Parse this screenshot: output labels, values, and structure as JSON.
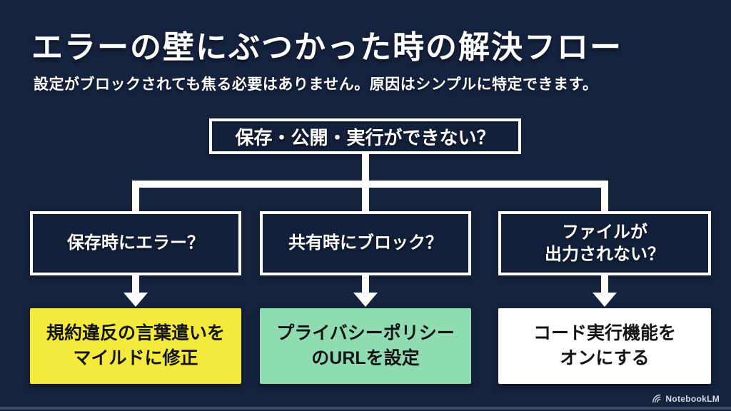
{
  "slide": {
    "title": "エラーの壁にぶつかった時の解決フロー",
    "subtitle": "設定がブロックされても焦る必要はありません。原因はシンプルに特定できます。",
    "brand": "NotebookLM"
  },
  "flowchart": {
    "root_question": "保存・公開・実行ができない？",
    "branches": [
      {
        "question_line1": "保存時にエラー？",
        "question_line2": "",
        "answer_line1": "規約違反の言葉遣いを",
        "answer_line2": "マイルドに修正",
        "answer_color": "#f3ea3d"
      },
      {
        "question_line1": "共有時にブロック？",
        "question_line2": "",
        "answer_line1": "プライバシーポリシー",
        "answer_line2": "のURLを設定",
        "answer_color": "#8fdcb3"
      },
      {
        "question_line1": "ファイルが",
        "question_line2": "出力されない？",
        "answer_line1": "コード実行機能を",
        "answer_line2": "オンにする",
        "answer_color": "#ffffff"
      }
    ]
  },
  "colors": {
    "background": "#16233f",
    "box_border": "#ffffff",
    "connector": "#ffffff",
    "question_text": "#ffffff",
    "answer_text": "#141414",
    "answer_yellow": "#f3ea3d",
    "answer_green": "#8fdcb3",
    "answer_white": "#ffffff"
  }
}
